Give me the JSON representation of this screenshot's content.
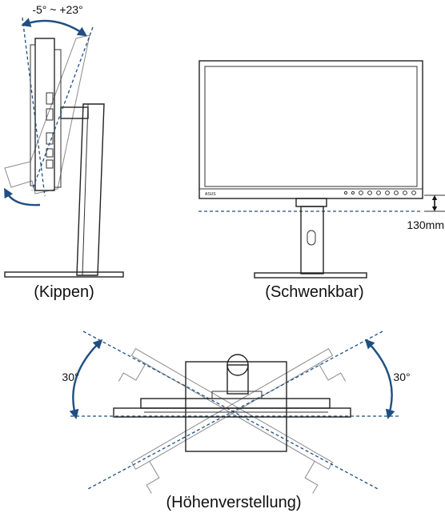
{
  "tilt": {
    "range_label": "-5° ~ +23°",
    "caption": "(Kippen)"
  },
  "swivel": {
    "height_label": "130mm",
    "caption": "(Schwenkbar)",
    "brand": "ASUS"
  },
  "height_adjust": {
    "left_angle": "30°",
    "right_angle": "30°",
    "caption": "(Höhenverstellung)"
  },
  "colors": {
    "accent": "#1f4f82",
    "line": "#222222"
  }
}
